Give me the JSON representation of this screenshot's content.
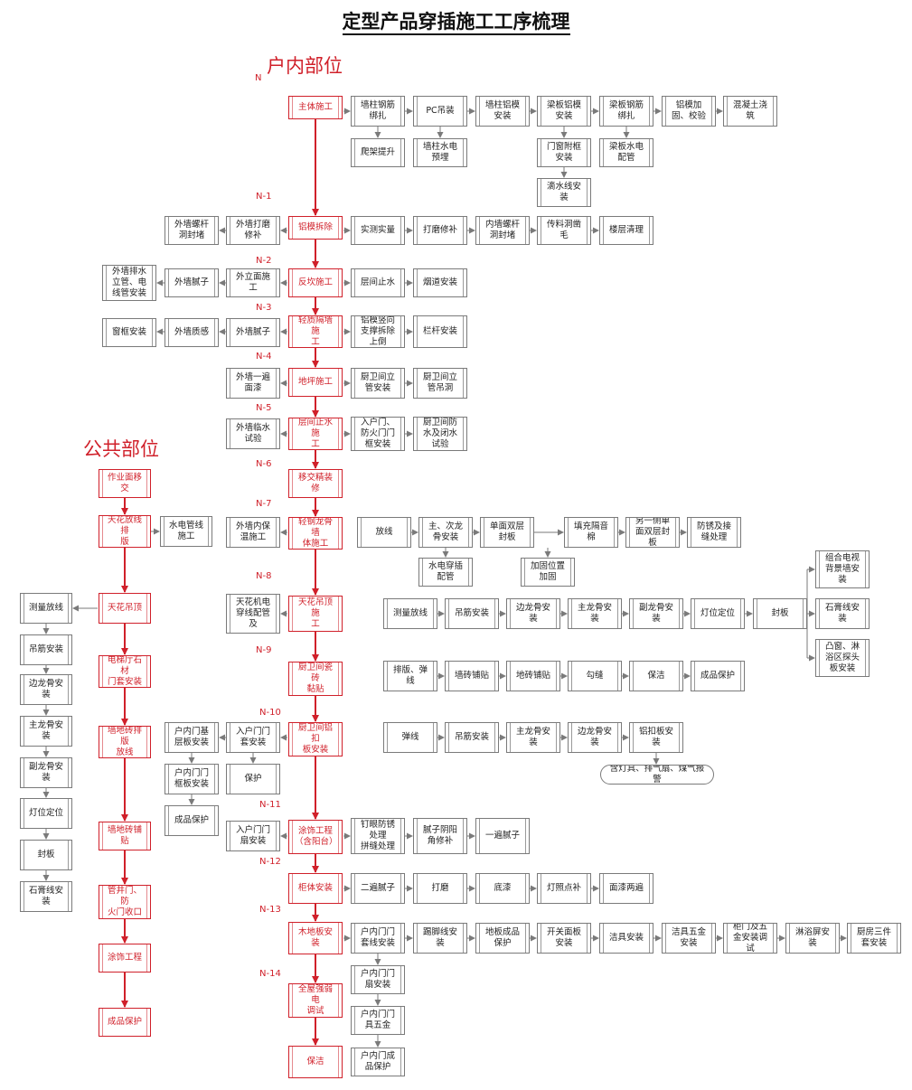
{
  "title": "定型产品穿插施工工序梳理",
  "sections": {
    "indoor": "户内部位",
    "public": "公共部位",
    "n_top": "N"
  },
  "steps": {
    "zhuti": "主体施工",
    "n1": "N-1",
    "lvmo_chaichu": "铝模拆除",
    "n2": "N-2",
    "fankan": "反坎施工",
    "n3": "N-3",
    "qingzhi": "轻质隔墙施\n工",
    "n4": "N-4",
    "dipin": "地坪施工",
    "n5": "N-5",
    "cengjian": "层间止水施\n工",
    "n6": "N-6",
    "yijiao": "移交精装修",
    "n7": "N-7",
    "qinggang": "轻钢龙骨墙\n体施工",
    "n8": "N-8",
    "tianhua_dd": "天花吊顶施\n工",
    "n9": "N-9",
    "ciwei_cizhuan": "厨卫间瓷砖\n黏贴",
    "n10": "N-10",
    "ciwei_lvkou": "厨卫间铝扣\n板安装",
    "n11": "N-11",
    "tushi": "涂饰工程\n（含阳台）",
    "n12": "N-12",
    "guiti": "柜体安装",
    "n13": "N-13",
    "mudiban": "木地板安装",
    "n14": "N-14",
    "qiangruodian": "全屋强弱电\n调试",
    "baojie": "保洁"
  },
  "row_main": [
    "墙柱钢筋\n绑扎",
    "PC吊装",
    "墙柱铝模\n安装",
    "梁板铝模\n安装",
    "梁板钢筋\n绑扎",
    "铝模加\n固、校验",
    "混凝土浇\n筑"
  ],
  "row_main_sub": {
    "pajia": "爬架提升",
    "qiangzhu_sd": "墙柱水电\n预埋",
    "menchuang": "门窗附框\n安装",
    "lianban_sd": "梁板水电\n配管",
    "dishui": "滴水线安\n装"
  },
  "row_n1_left": [
    "外墙螺杆\n洞封堵",
    "外墙打磨\n修补"
  ],
  "row_n1_right": [
    "实测实量",
    "打磨修补",
    "内墙螺杆\n洞封堵",
    "传料洞凿\n毛",
    "楼层清理"
  ],
  "row_n2_left": [
    "外墙排水\n立管、电\n线管安装",
    "外墙腻子",
    "外立面施\n工"
  ],
  "row_n2_right": [
    "层间止水",
    "烟道安装"
  ],
  "row_n3_left": [
    "窗框安装",
    "外墙质感",
    "外墙腻子"
  ],
  "row_n3_right": [
    "铝模竖向\n支撑拆除\n上倒",
    "栏杆安装"
  ],
  "row_n4_left": [
    "外墙一遍\n面漆"
  ],
  "row_n4_right": [
    "厨卫间立\n管安装",
    "厨卫间立\n管吊洞"
  ],
  "row_n5_left": [
    "外墙临水\n试验"
  ],
  "row_n5_right": [
    "入户门、\n防火门门\n框安装",
    "厨卫间防\n水及闭水\n试验"
  ],
  "row_n7_left": [
    "外墙内保\n温施工"
  ],
  "row_n7_right": [
    "放线",
    "主、次龙\n骨安装",
    "单面双层\n封板",
    "填充隔音\n棉",
    "另一侧单\n面双层封\n板",
    "防锈及接\n缝处理"
  ],
  "row_n7_sub": [
    "水电穿插\n配管",
    "加固位置\n加固"
  ],
  "row_n8_left": [
    "天花机电\n穿线配管\n及"
  ],
  "row_n8_right": [
    "测量放线",
    "吊筋安装",
    "边龙骨安\n装",
    "主龙骨安\n装",
    "副龙骨安\n装",
    "灯位定位",
    "封板"
  ],
  "row_n8_branch": [
    "组合电视\n背景墙安\n装",
    "石膏线安\n装",
    "凸窗、淋\n浴区探头\n板安装"
  ],
  "row_n9_right": [
    "排版、弹\n线",
    "墙砖铺贴",
    "地砖铺贴",
    "勾缝",
    "保洁",
    "成品保护"
  ],
  "row_n10_left": [
    "户内门基\n层板安装",
    "入户门门\n套安装",
    "户内门门\n框板安装",
    "保护",
    "成品保护"
  ],
  "row_n10_right": [
    "弹线",
    "吊筋安装",
    "主龙骨安\n装",
    "边龙骨安\n装",
    "铝扣板安\n装"
  ],
  "row_n10_note": "含灯具、排气扇、煤气报警",
  "row_n11_left": [
    "入户门门\n扇安装"
  ],
  "row_n11_right": [
    "钉眼防锈\n处理\n拼缝处理",
    "腻子阴阳\n角修补",
    "一遍腻子"
  ],
  "row_n12_right": [
    "二遍腻子",
    "打磨",
    "底漆",
    "灯照点补",
    "面漆两遍"
  ],
  "row_n13_right": [
    "户内门门\n套线安装",
    "踢脚线安\n装",
    "地板成品\n保护",
    "开关面板\n安装",
    "洁具安装",
    "洁具五金\n安装",
    "柜门及五\n金安装调\n试",
    "淋浴屏安\n装",
    "厨房三件\n套安装"
  ],
  "row_n13_sub": [
    "户内门门\n扇安装",
    "户内门门\n具五金",
    "户内门成\n品保护"
  ],
  "public_main": [
    "作业面移交",
    "天花放线排\n版",
    "天花吊顶",
    "电梯厅石材\n门套安装",
    "墙地砖排版\n放线",
    "墙地砖铺贴",
    "管井门、防\n火门收口",
    "涂饰工程",
    "成品保护"
  ],
  "public_side": "水电管线\n施工",
  "public_left": [
    "测量放线",
    "吊筋安装",
    "边龙骨安\n装",
    "主龙骨安\n装",
    "副龙骨安\n装",
    "灯位定位",
    "封板",
    "石膏线安\n装"
  ],
  "colors": {
    "accent": "#d0202a",
    "line": "#7a7a7a",
    "text": "#222222"
  }
}
